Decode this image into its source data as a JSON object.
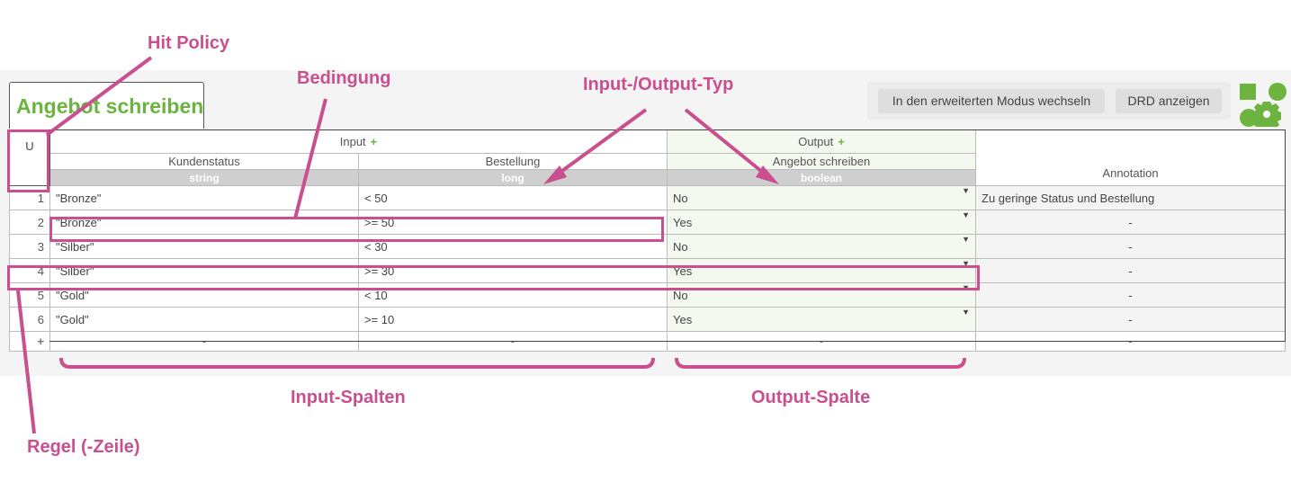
{
  "tab": {
    "title": "Angebot schreiben"
  },
  "toolbar": {
    "advanced_label": "In den erweiterten Modus wechseln",
    "drd_label": "DRD anzeigen"
  },
  "table": {
    "hit_policy": "U",
    "input_header": "Input",
    "output_header": "Output",
    "add_symbol": "+",
    "input_columns": [
      {
        "label": "Kundenstatus",
        "type": "string"
      },
      {
        "label": "Bestellung",
        "type": "long"
      }
    ],
    "output_column": {
      "label": "Angebot schreiben",
      "type": "boolean"
    },
    "annotation_header": "Annotation",
    "rules": [
      {
        "num": "1",
        "kundenstatus": "\"Bronze\"",
        "bestellung": "< 50",
        "output": "No",
        "annotation": "Zu geringe Status und Bestellung"
      },
      {
        "num": "2",
        "kundenstatus": "\"Bronze\"",
        "bestellung": ">= 50",
        "output": "Yes",
        "annotation": "-"
      },
      {
        "num": "3",
        "kundenstatus": "\"Silber\"",
        "bestellung": "< 30",
        "output": "No",
        "annotation": "-"
      },
      {
        "num": "4",
        "kundenstatus": "\"Silber\"",
        "bestellung": ">= 30",
        "output": "Yes",
        "annotation": "-"
      },
      {
        "num": "5",
        "kundenstatus": "\"Gold\"",
        "bestellung": "< 10",
        "output": "No",
        "annotation": "-"
      },
      {
        "num": "6",
        "kundenstatus": "\"Gold\"",
        "bestellung": ">= 10",
        "output": "Yes",
        "annotation": "-"
      }
    ],
    "empty_cell": "-",
    "dropdown_arrow": "▼"
  },
  "annotations": {
    "hit_policy": "Hit Policy",
    "bedingung": "Bedingung",
    "io_typ": "Input-/Output-Typ",
    "input_spalten": "Input-Spalten",
    "output_spalte": "Output-Spalte",
    "regel": "Regel (-Zeile)"
  },
  "colors": {
    "accent_green": "#6cb33f",
    "annotation_pink": "#c94f8f"
  }
}
